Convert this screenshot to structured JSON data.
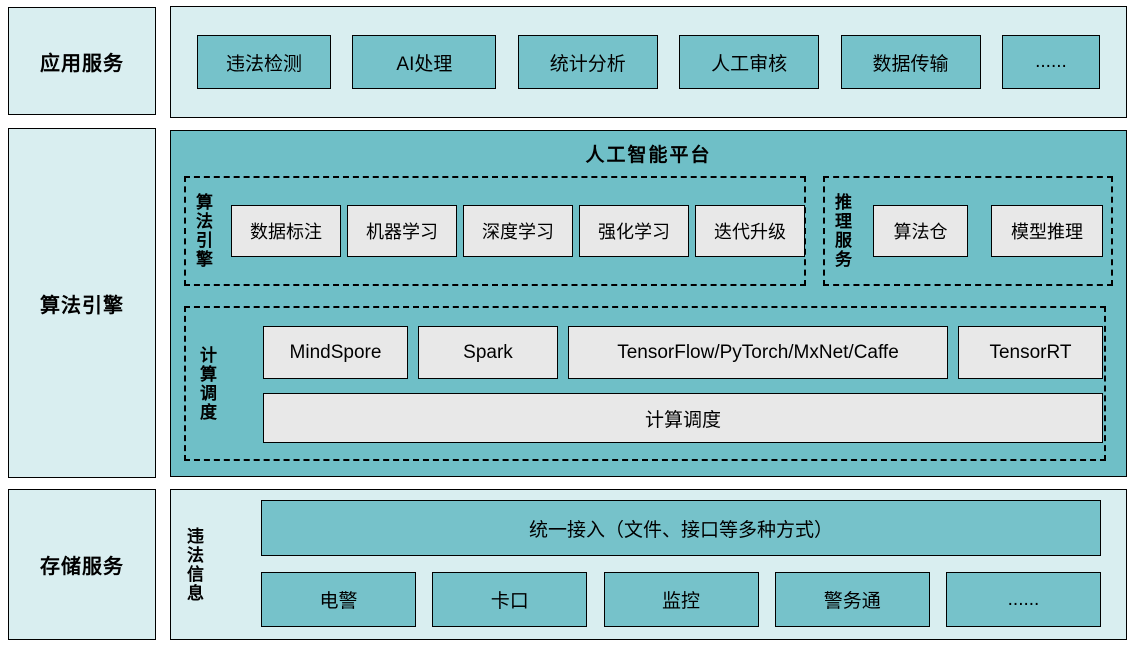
{
  "left_labels": {
    "app_services": "应用服务",
    "algo_engine": "算法引擎",
    "storage_services": "存储服务"
  },
  "app_layer": {
    "items": [
      "违法检测",
      "AI处理",
      "统计分析",
      "人工审核",
      "数据传输",
      "......"
    ]
  },
  "ai_platform": {
    "title": "人工智能平台",
    "algo_engine_group": {
      "label": "算法引擎",
      "items": [
        "数据标注",
        "机器学习",
        "深度学习",
        "强化学习",
        "迭代升级"
      ]
    },
    "inference_group": {
      "label": "推理服务",
      "items": [
        "算法仓",
        "模型推理"
      ]
    },
    "compute_group": {
      "label": "计算调度",
      "frameworks": [
        "MindSpore",
        "Spark",
        "TensorFlow/PyTorch/MxNet/Caffe",
        "TensorRT"
      ],
      "scheduler": "计算调度"
    }
  },
  "storage_layer": {
    "label": "违法信息",
    "access": "统一接入（文件、接口等多种方式）",
    "sources": [
      "电警",
      "卡口",
      "监控",
      "警务通",
      "......"
    ]
  },
  "colors": {
    "container_light": "#d9eef0",
    "container_teal": "#6fbfc7",
    "box_teal": "#76c2ca",
    "box_gray": "#e8e8e8",
    "border": "#000000"
  }
}
